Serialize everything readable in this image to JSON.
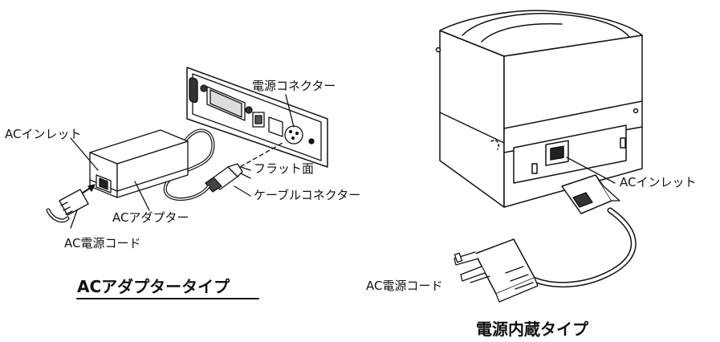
{
  "left_diagram": {
    "title": "ACアダプタータイプ",
    "labels": {
      "power_connector": "電源コネクター",
      "ac_inlet": "ACインレット",
      "flat_side": "フラット面",
      "cable_connector": "ケーブルコネクター",
      "ac_adapter": "ACアダプター",
      "ac_power_cord": "AC電源コード"
    }
  },
  "right_diagram": {
    "title": "電源内蔵タイプ",
    "labels": {
      "ac_inlet": "ACインレット",
      "ac_power_cord": "AC電源コード"
    }
  }
}
